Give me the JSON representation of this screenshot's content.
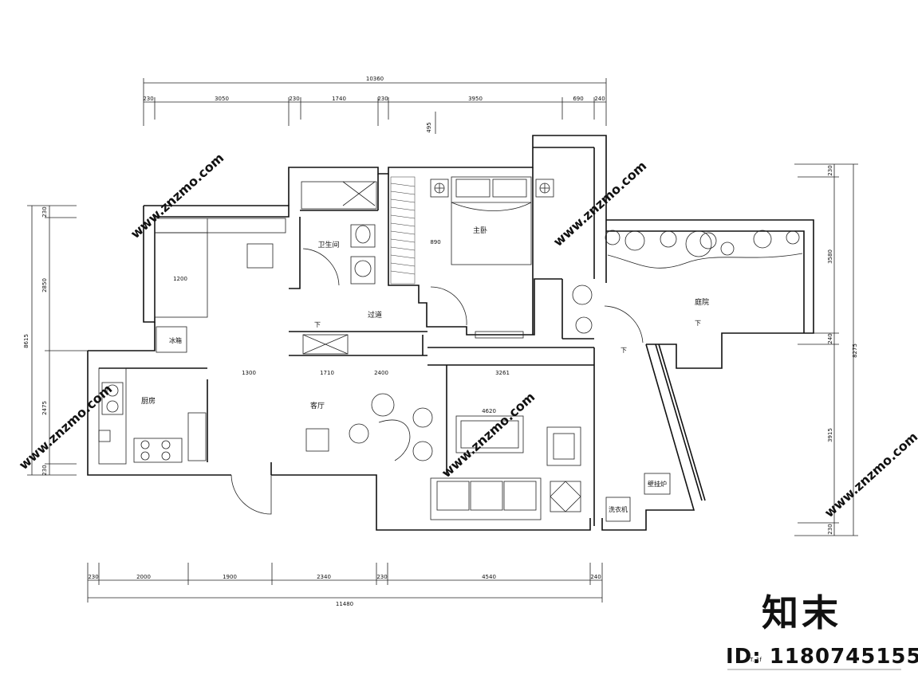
{
  "dimensions_top": {
    "total": "10360",
    "segments": [
      "230",
      "3050",
      "230",
      "1740",
      "230",
      "3950",
      "690",
      "240"
    ],
    "vertical_small": "495"
  },
  "dimensions_bottom": {
    "total": "11480",
    "segments": [
      "230",
      "2000",
      "1900",
      "2340",
      "230",
      "4540",
      "240"
    ]
  },
  "dimensions_left": {
    "total": "8615",
    "segments": [
      "230",
      "2850",
      "2475",
      "230"
    ]
  },
  "dimensions_right": {
    "total": "8275",
    "segments": [
      "230",
      "3580",
      "240",
      "3915",
      "230"
    ]
  },
  "inner_dims": {
    "study_width": "1200",
    "bedroom_wall": "890",
    "kitchen_a": "1300",
    "kitchen_b": "1710",
    "living_a": "2400",
    "living_b": "3261",
    "tv_width": "4620"
  },
  "rooms": {
    "bathroom": "卫生间",
    "master_bedroom": "主卧",
    "hallway": "过道",
    "living_room": "客厅",
    "kitchen": "厨房",
    "garden": "庭院",
    "fridge": "冰箱",
    "step_down_1": "下",
    "step_down_2": "下",
    "step_down_3": "下",
    "boiler": "壁挂炉",
    "washer": "洗衣机"
  },
  "watermark": {
    "site": "www.znzmo.com",
    "brand": "知末",
    "id_label": "ID: 1180745155"
  },
  "footer_stub": "T. 1f"
}
